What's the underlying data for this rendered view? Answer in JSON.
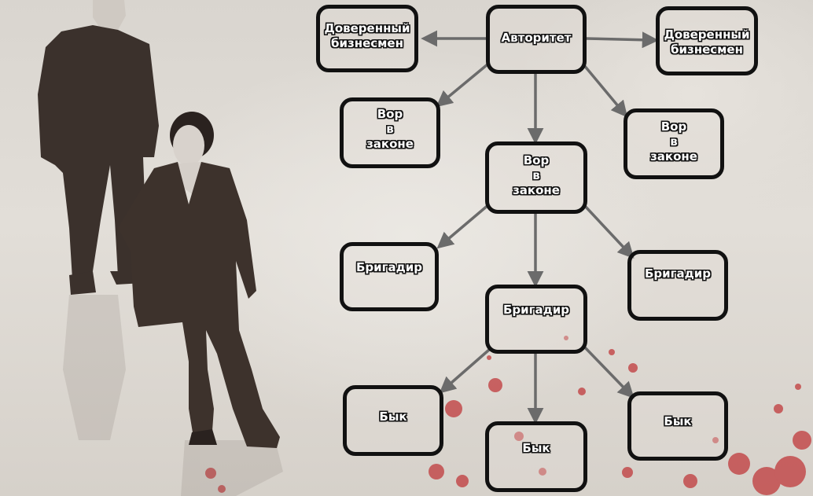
{
  "diagram": {
    "nodes": [
      {
        "id": "avtoritet",
        "label": "Авторитет"
      },
      {
        "id": "biz-left",
        "label": "Доверенный\nбизнесмен"
      },
      {
        "id": "biz-right",
        "label": "Доверенный\nбизнесмен"
      },
      {
        "id": "vor-left",
        "label": "Вор\nв\nзаконе"
      },
      {
        "id": "vor-center",
        "label": "Вор\nв\nзаконе"
      },
      {
        "id": "vor-right",
        "label": "Вор\nв\nзаконе"
      },
      {
        "id": "brig-left",
        "label": "Бригадир"
      },
      {
        "id": "brig-center",
        "label": "Бригадир"
      },
      {
        "id": "brig-right",
        "label": "Бригадир"
      },
      {
        "id": "byk-left",
        "label": "Бык"
      },
      {
        "id": "byk-center",
        "label": "Бык"
      },
      {
        "id": "byk-right",
        "label": "Бык"
      }
    ],
    "edges": [
      {
        "from": "avtoritet",
        "to": "biz-left"
      },
      {
        "from": "avtoritet",
        "to": "biz-right"
      },
      {
        "from": "avtoritet",
        "to": "vor-left"
      },
      {
        "from": "avtoritet",
        "to": "vor-center"
      },
      {
        "from": "avtoritet",
        "to": "vor-right"
      },
      {
        "from": "vor-center",
        "to": "brig-left"
      },
      {
        "from": "vor-center",
        "to": "brig-center"
      },
      {
        "from": "vor-center",
        "to": "brig-right"
      },
      {
        "from": "brig-center",
        "to": "byk-left"
      },
      {
        "from": "brig-center",
        "to": "byk-center"
      },
      {
        "from": "brig-center",
        "to": "byk-right"
      }
    ]
  },
  "colors": {
    "box_border": "#111111",
    "arrow": "#6b6b6b",
    "silhouette": "#3a302b",
    "blood": "#c0393b"
  }
}
